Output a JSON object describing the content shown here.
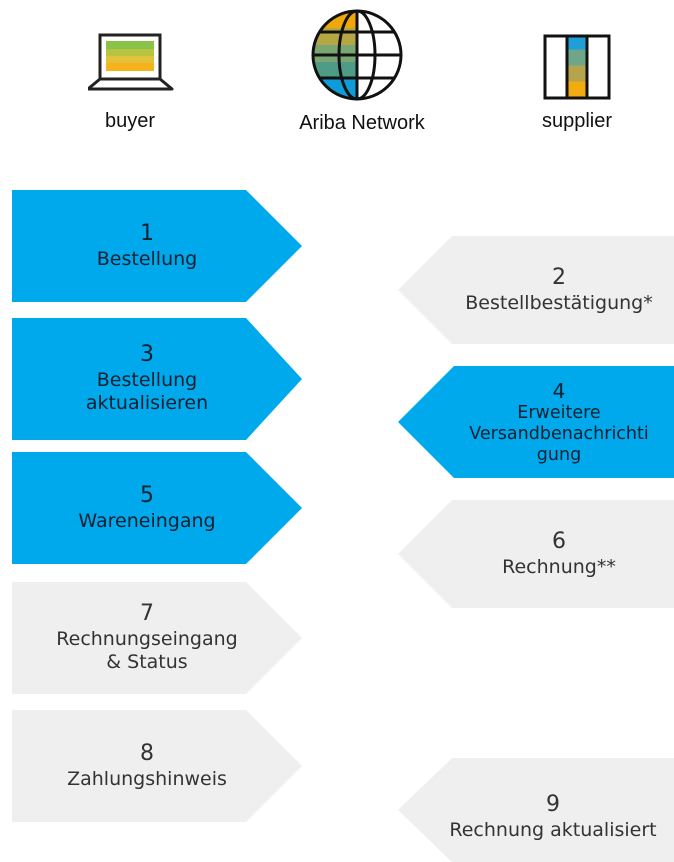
{
  "colors": {
    "active": "#00a9ec",
    "inactive": "#efefef"
  },
  "header": {
    "buyer": {
      "label": "buyer",
      "icon": "laptop-icon"
    },
    "network": {
      "label": "Ariba Network",
      "icon": "globe-icon"
    },
    "supplier": {
      "label": "supplier",
      "icon": "supplier-icon"
    }
  },
  "steps": [
    {
      "number": "1",
      "label": "Bestellung",
      "side": "buyer",
      "active": true
    },
    {
      "number": "2",
      "label": "Bestellbestätigung*",
      "side": "supplier",
      "active": false
    },
    {
      "number": "3",
      "label": "Bestellung\naktualisieren",
      "side": "buyer",
      "active": true
    },
    {
      "number": "4",
      "label": "Erweitere\nVersandbenachrichti\ngung",
      "side": "supplier",
      "active": true
    },
    {
      "number": "5",
      "label": "Wareneingang",
      "side": "buyer",
      "active": true
    },
    {
      "number": "6",
      "label": "Rechnung**",
      "side": "supplier",
      "active": false
    },
    {
      "number": "7",
      "label": "Rechnungseingang\n& Status",
      "side": "buyer",
      "active": false
    },
    {
      "number": "8",
      "label": "Zahlungshinweis",
      "side": "buyer",
      "active": false
    },
    {
      "number": "9",
      "label": "Rechnung aktualisiert",
      "side": "supplier",
      "active": false
    }
  ]
}
